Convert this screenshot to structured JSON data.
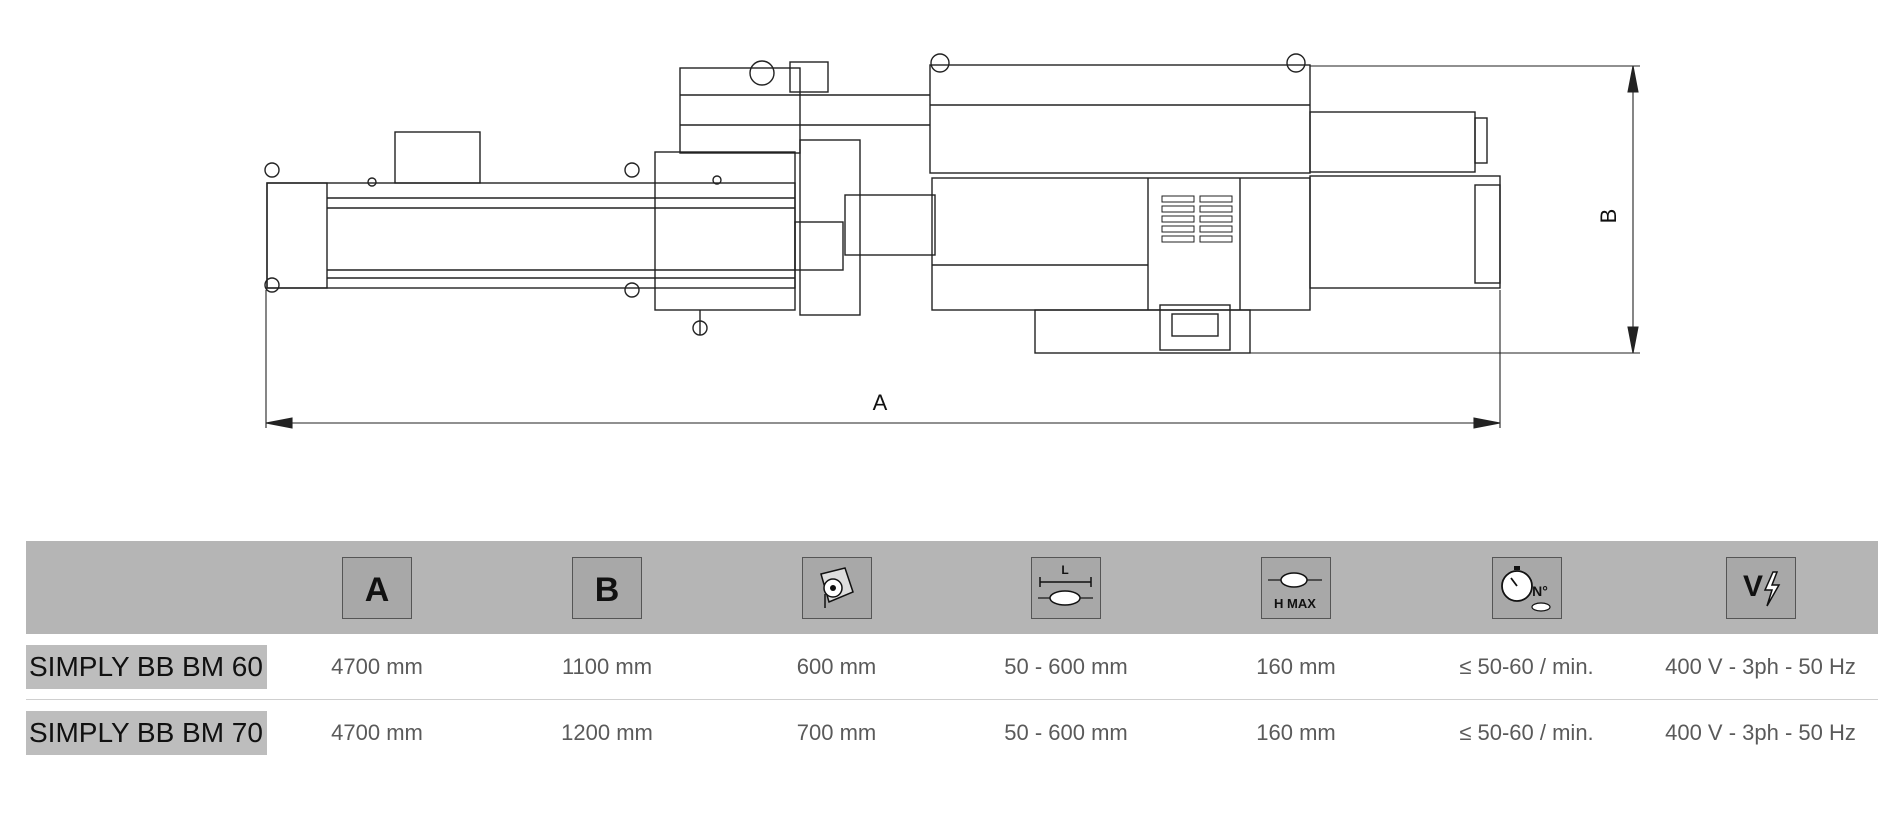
{
  "drawing": {
    "dimension_a": "A",
    "dimension_b": "B"
  },
  "table": {
    "header_icons": [
      {
        "key": "A",
        "icon": "dimension-a-icon"
      },
      {
        "key": "B",
        "icon": "dimension-b-icon"
      },
      {
        "key": "",
        "icon": "film-reel-icon"
      },
      {
        "key": "L",
        "icon": "product-length-icon"
      },
      {
        "key": "H MAX",
        "icon": "product-height-icon"
      },
      {
        "key": "N°",
        "icon": "stopwatch-speed-icon"
      },
      {
        "key": "V",
        "icon": "voltage-icon"
      }
    ],
    "rows": [
      {
        "model": "SIMPLY BB BM 60",
        "a": "4700 mm",
        "b": "1100 mm",
        "film": "600 mm",
        "length": "50 - 600 mm",
        "height": "160 mm",
        "speed": "≤ 50-60 / min.",
        "power": "400 V - 3ph - 50 Hz"
      },
      {
        "model": "SIMPLY BB BM 70",
        "a": "4700 mm",
        "b": "1200 mm",
        "film": "700 mm",
        "length": "50 - 600 mm",
        "height": "160 mm",
        "speed": "≤ 50-60 / min.",
        "power": "400 V - 3ph - 50 Hz"
      }
    ]
  }
}
